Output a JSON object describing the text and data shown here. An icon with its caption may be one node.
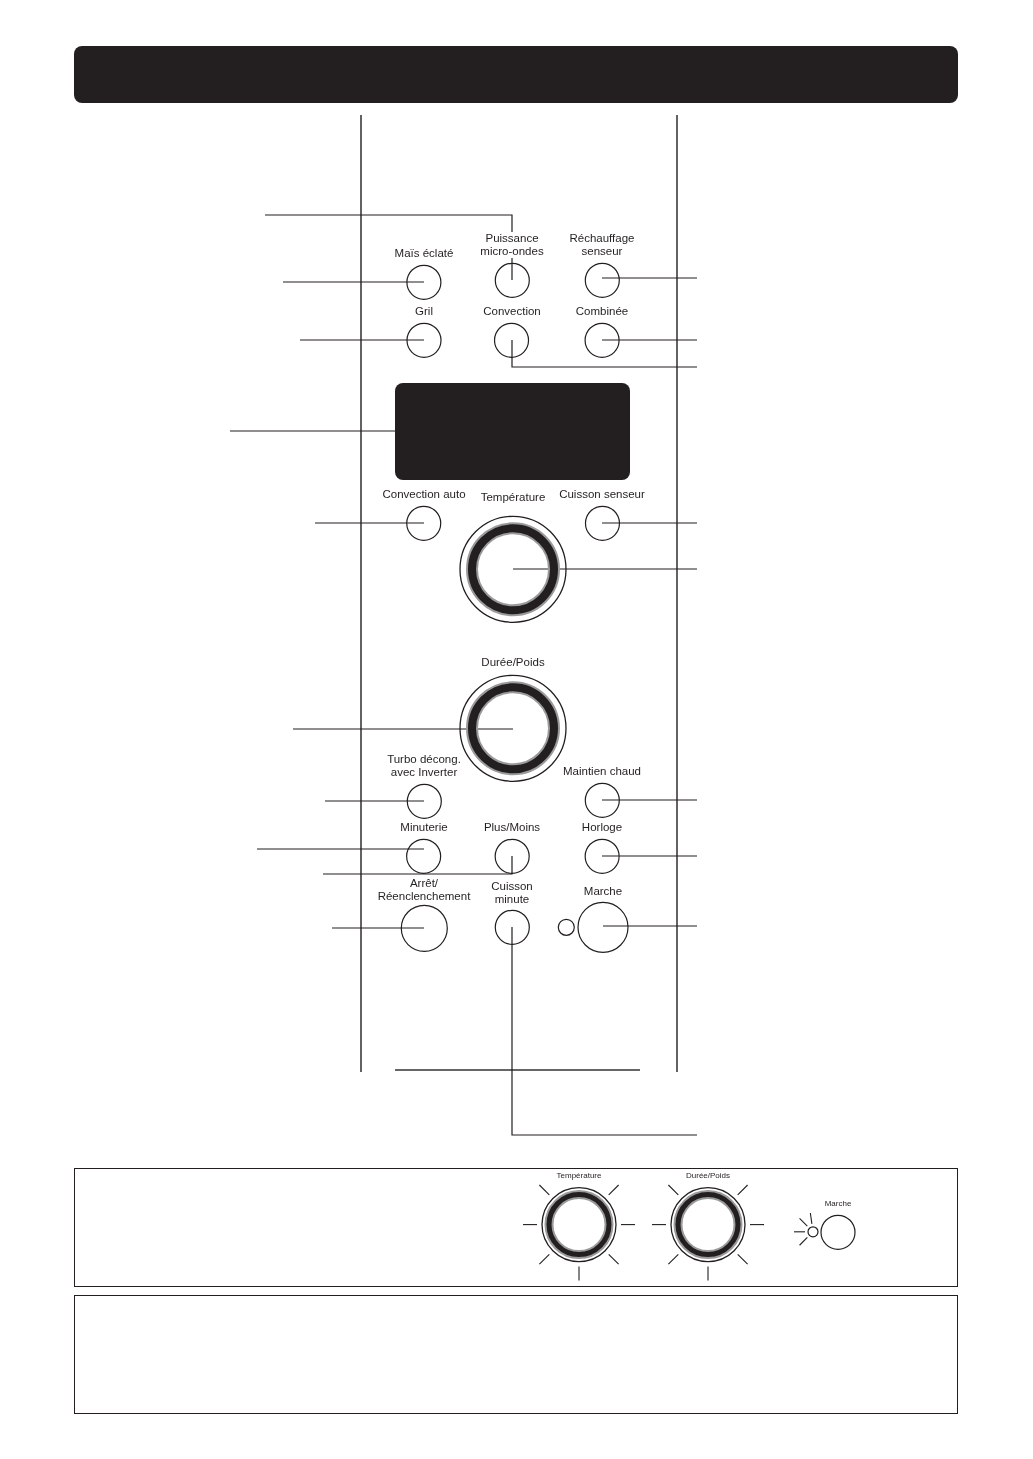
{
  "diagram": {
    "nodes": [
      {
        "text": [
          "Maïs éclaté"
        ]
      },
      {
        "text": [
          "Puissance micro-ondes"
        ]
      },
      {
        "text": [
          "Réchauffage senseur"
        ]
      },
      {
        "text": [
          "Gril"
        ]
      },
      {
        "text": [
          "Convection"
        ]
      },
      {
        "text": [
          "Combinée"
        ]
      },
      {
        "text": [],
        "shape": "box"
      },
      {
        "text": [
          "Convection auto"
        ]
      },
      {
        "text": [
          "Température"
        ]
      },
      {
        "text": [
          "Cuisson senseur"
        ]
      },
      {
        "text": [
          "Durée/Poids"
        ]
      },
      {
        "text": [
          "Turbo décong. avec Inverter"
        ]
      },
      {
        "text": [
          "Maintien chaud"
        ]
      },
      {
        "text": [
          "Minuterie"
        ]
      },
      {
        "text": [
          "Plus/Moins"
        ]
      },
      {
        "text": [
          "Horloge"
        ]
      },
      {
        "text": [
          "Arrêt/ Réenclenchement"
        ]
      },
      {
        "text": [
          "Cuisson minute"
        ]
      },
      {
        "text": [],
        "shape": "circle"
      },
      {
        "text": [
          "Marche"
        ]
      },
      {
        "text": [
          "Température"
        ]
      },
      {
        "text": [
          "Durée/Poids"
        ]
      },
      {
        "text": [],
        "shape": "circle"
      },
      {
        "text": [
          "Marche"
        ]
      }
    ],
    "edges": [
      {
        "from": null,
        "to": 1,
        "arrow": "none"
      },
      {
        "from": null,
        "to": 0,
        "arrow": "none"
      },
      {
        "from": null,
        "to": 3,
        "arrow": "none"
      },
      {
        "from": null,
        "to": 6,
        "arrow": "none"
      },
      {
        "from": null,
        "to": 7,
        "arrow": "none"
      },
      {
        "from": null,
        "to": 10,
        "arrow": "none"
      },
      {
        "from": null,
        "to": 11,
        "arrow": "none"
      },
      {
        "from": null,
        "to": 13,
        "arrow": "none"
      },
      {
        "from": null,
        "to": 14,
        "arrow": "none"
      },
      {
        "from": null,
        "to": 16,
        "arrow": "none"
      },
      {
        "from": null,
        "to": 2,
        "arrow": "none"
      },
      {
        "from": null,
        "to": 5,
        "arrow": "none"
      },
      {
        "from": null,
        "to": 4,
        "arrow": "none"
      },
      {
        "from": null,
        "to": 9,
        "arrow": "none"
      },
      {
        "from": null,
        "to": 8,
        "arrow": "none"
      },
      {
        "from": null,
        "to": 12,
        "arrow": "none"
      },
      {
        "from": null,
        "to": 15,
        "arrow": "none"
      },
      {
        "from": null,
        "to": 19,
        "arrow": "none"
      },
      {
        "from": null,
        "to": 17,
        "arrow": "none"
      }
    ]
  }
}
